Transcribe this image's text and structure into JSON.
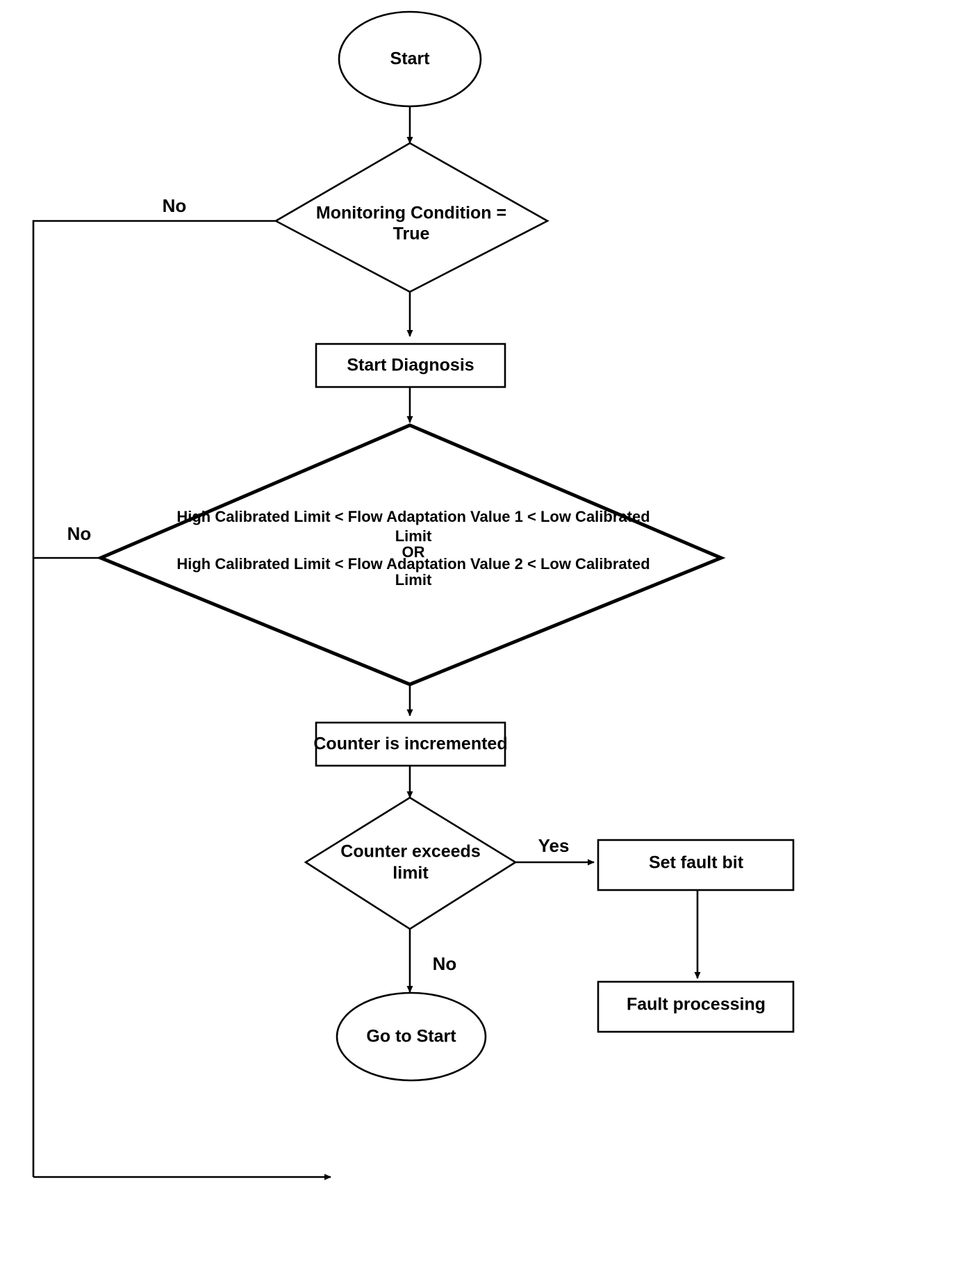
{
  "diagram": {
    "title": "Flow Adaptation Diagnosis Flowchart",
    "stroke_color": "#000000",
    "fill_color": "#ffffff",
    "nodes": [
      {
        "id": "start",
        "type": "terminator",
        "label": "Start"
      },
      {
        "id": "monitoring_condition",
        "type": "decision",
        "label_line_1": "Monitoring Condition =",
        "label_line_2": "True"
      },
      {
        "id": "start_diagnosis",
        "type": "process",
        "label": "Start Diagnosis"
      },
      {
        "id": "limit_check",
        "type": "decision",
        "label_line_1": "High Calibrated Limit < Flow Adaptation Value 1 < Low Calibrated",
        "label_line_2": "Limit",
        "label_line_3": "OR",
        "label_line_4": "High Calibrated Limit < Flow Adaptation Value 2 < Low Calibrated",
        "label_line_5": "Limit"
      },
      {
        "id": "counter_increment",
        "type": "process",
        "label": "Counter is incremented"
      },
      {
        "id": "counter_exceeds",
        "type": "decision",
        "label_line_1": "Counter exceeds",
        "label_line_2": "limit"
      },
      {
        "id": "set_fault_bit",
        "type": "process",
        "label": "Set fault bit"
      },
      {
        "id": "fault_processing",
        "type": "process",
        "label": "Fault processing"
      },
      {
        "id": "go_to_start",
        "type": "terminator",
        "label": "Go to Start"
      }
    ],
    "edge_labels": {
      "monitoring_no": "No",
      "limit_no": "No",
      "counter_yes": "Yes",
      "counter_no": "No"
    }
  }
}
